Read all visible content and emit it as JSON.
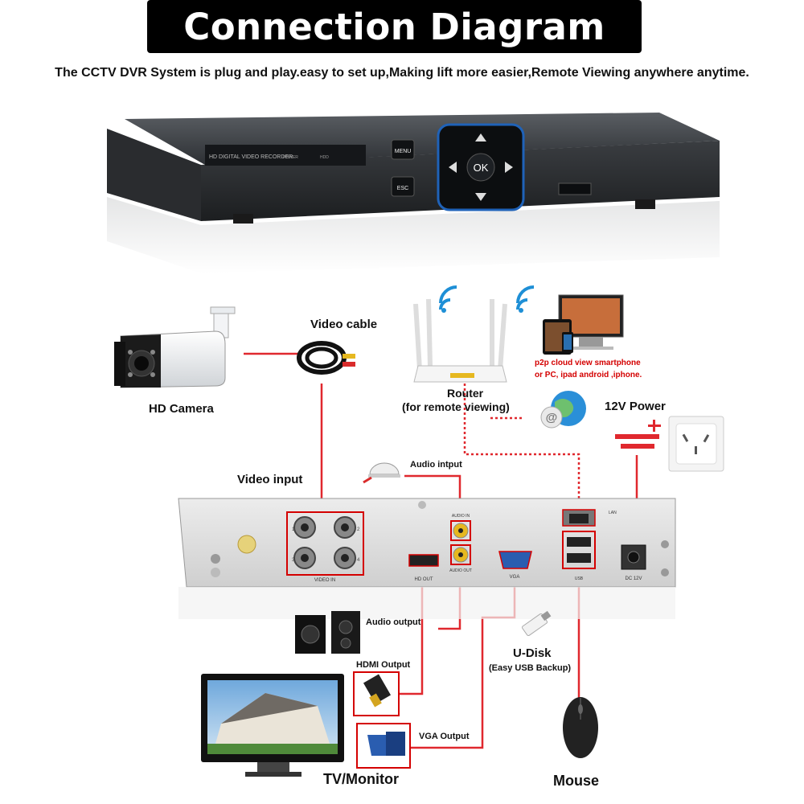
{
  "title": "Connection Diagram",
  "subtitle": "The CCTV DVR System is plug and play.easy to set up,Making lift more easier,Remote Viewing anywhere anytime.",
  "dvr_front": {
    "label": "HD DIGITAL VIDEO RECORDER",
    "power": "POWER",
    "hdd": "HDD",
    "menu": "MENU",
    "esc": "ESC",
    "ok": "OK"
  },
  "labels": {
    "video_cable": "Video cable",
    "hd_camera": "HD Camera",
    "router": "Router",
    "router_sub": "(for remote viewing)",
    "p2p_line1": "p2p cloud  view smartphone",
    "p2p_line2": "or PC, ipad android ,iphone.",
    "power_12v": "12V Power",
    "video_input": "Video input",
    "audio_input": "Audio intput",
    "audio_output": "Audio output",
    "hdmi_output": "HDMI Output",
    "vga_output": "VGA Output",
    "u_disk": "U-Disk",
    "u_disk_sub": "(Easy USB Backup)",
    "tv_monitor": "TV/Monitor",
    "mouse": "Mouse"
  },
  "dvr_rear": {
    "video_in": "VIDEO IN",
    "audio_in": "AUDIO IN",
    "audio_out": "AUDIO OUT",
    "hd_out": "HD OUT",
    "vga": "VGA",
    "lan": "LAN",
    "usb": "USB",
    "dc": "DC 12V",
    "bnc_numbers": [
      "1",
      "2",
      "3",
      "4"
    ]
  },
  "colors": {
    "line_red": "#e0282e",
    "highlight_red": "#d40000",
    "wifi_blue": "#1e8fd6"
  }
}
